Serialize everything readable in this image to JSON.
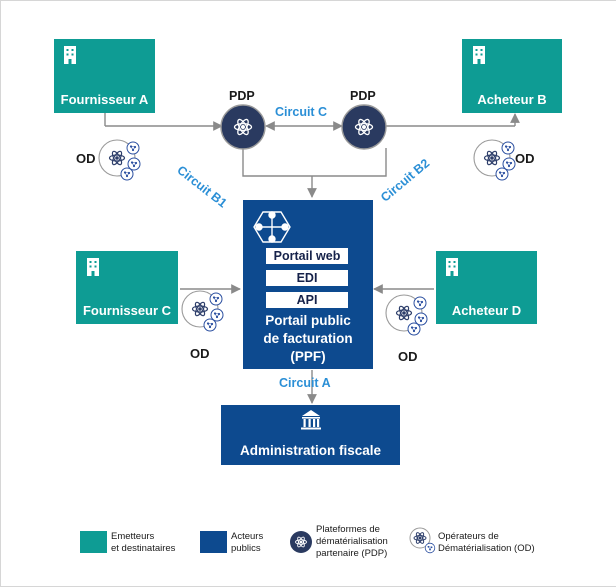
{
  "colors": {
    "teal": "#0e9c94",
    "navy": "#0d4a8f",
    "blue_text": "#2b8fd6",
    "line": "#8a8a8a"
  },
  "nodes": {
    "fournisseur_a": "Fournisseur A",
    "acheteur_b": "Acheteur B",
    "fournisseur_c": "Fournisseur C",
    "acheteur_d": "Acheteur D",
    "ppf_items": [
      "Portail web",
      "EDI",
      "API"
    ],
    "ppf_title_line1": "Portail public",
    "ppf_title_line2": "de facturation",
    "ppf_title_line3": "(PPF)",
    "administration": "Administration fiscale"
  },
  "labels": {
    "pdp_left": "PDP",
    "pdp_right": "PDP",
    "od_top_left": "OD",
    "od_top_right": "OD",
    "od_bottom_left": "OD",
    "od_bottom_right": "OD",
    "circuit_c": "Circuit C",
    "circuit_b1": "Circuit B1",
    "circuit_b2": "Circuit B2",
    "circuit_a": "Circuit A"
  },
  "icons": [
    "building-icon",
    "atom-icon",
    "network-icon",
    "institution-icon",
    "od-cluster-icon"
  ],
  "legend": {
    "emetteurs_line1": "Emetteurs",
    "emetteurs_line2": "et destinataires",
    "acteurs_line1": "Acteurs",
    "acteurs_line2": "publics",
    "pdp_line1": "Plateformes de",
    "pdp_line2": "dématérialisation",
    "pdp_line3": "partenaire (PDP)",
    "od_line1": "Opérateurs de",
    "od_line2": "Dématérialisation (OD)"
  }
}
